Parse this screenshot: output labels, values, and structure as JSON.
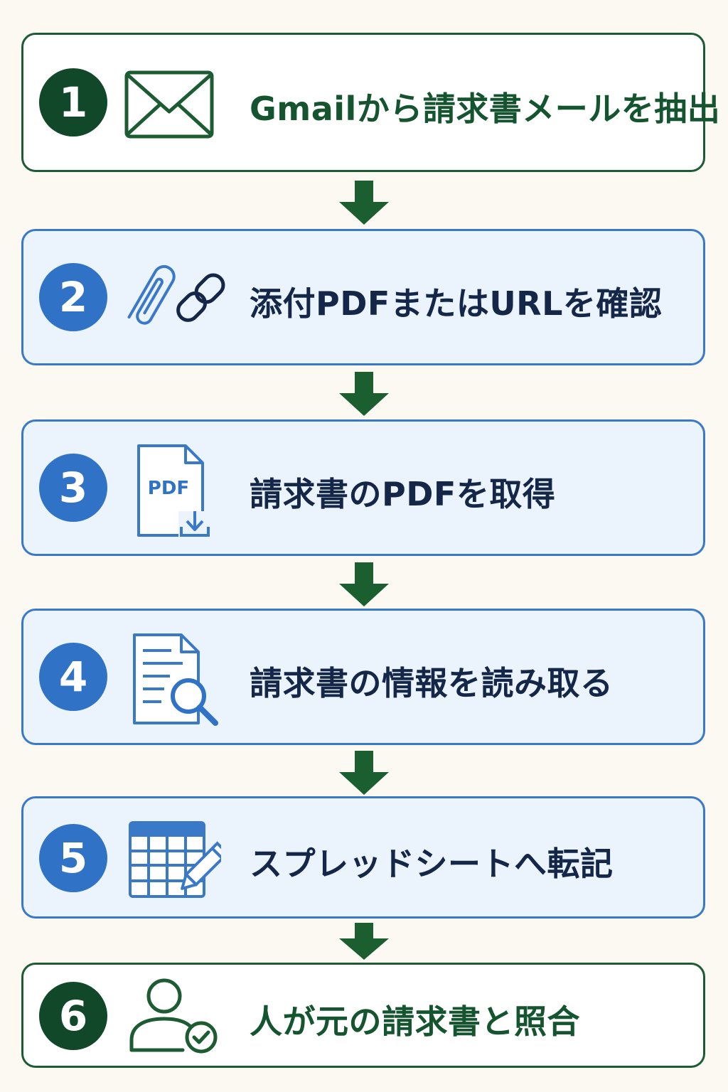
{
  "steps": [
    {
      "number": "1",
      "label": "Gmailから請求書メールを抽出",
      "icon": "envelope-icon"
    },
    {
      "number": "2",
      "label": "添付PDFまたはURLを確認",
      "icon": "paperclip-link-icon"
    },
    {
      "number": "3",
      "label": "請求書のPDFを取得",
      "icon": "pdf-download-icon",
      "icon_text": "PDF"
    },
    {
      "number": "4",
      "label": "請求書の情報を読み取る",
      "icon": "document-search-icon"
    },
    {
      "number": "5",
      "label": "スプレッドシートへ転記",
      "icon": "spreadsheet-edit-icon"
    },
    {
      "number": "6",
      "label": "人が元の請求書と照合",
      "icon": "user-check-icon"
    }
  ],
  "colors": {
    "background": "#fbf9f1",
    "green_dark": "#11482a",
    "green_border": "#1d5c32",
    "green_text": "#14542f",
    "blue_border": "#3a78c8",
    "blue_fill": "#ebf3fd",
    "blue_circle": "#2f72c6",
    "navy_text": "#142749",
    "arrow": "#1b5e2f"
  }
}
